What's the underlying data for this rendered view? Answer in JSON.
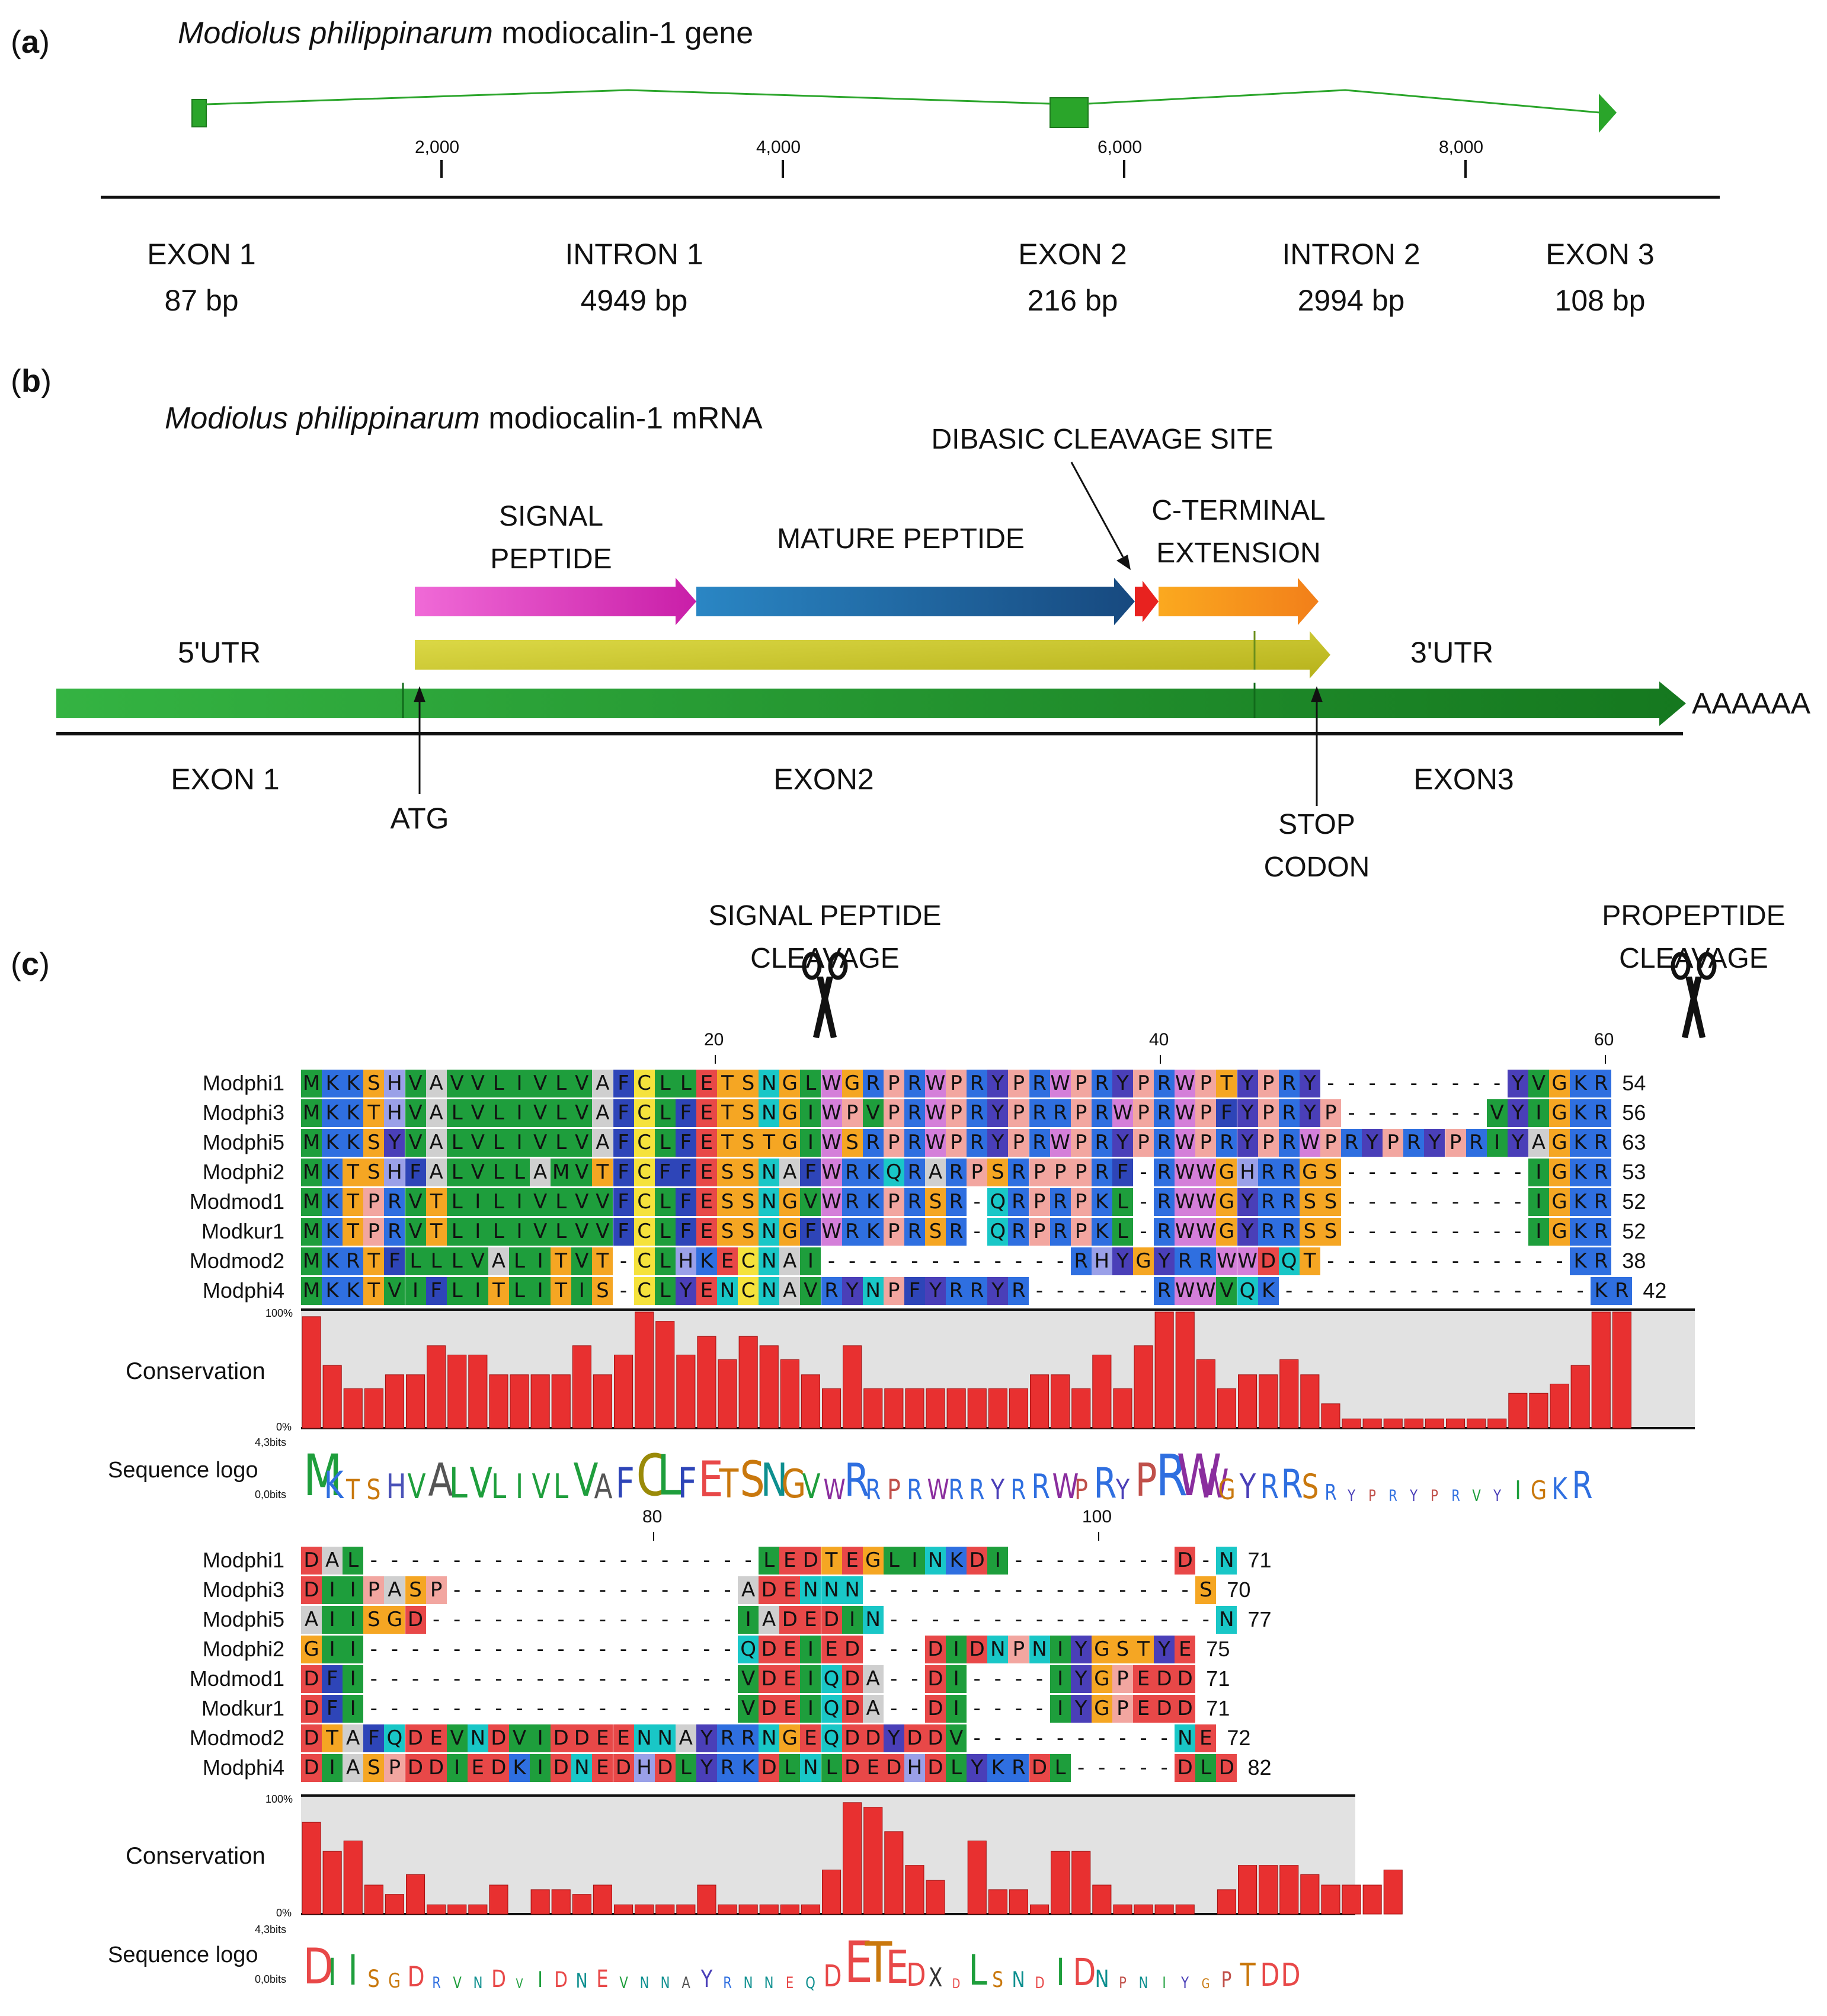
{
  "colors": {
    "gene_green": "#2aa52a",
    "signal": "#e52ccd",
    "mature": "#1e5c9a",
    "dibasic": "#e8221f",
    "cterm": "#f7941d",
    "orf": "#cfcb22",
    "mrna": "#1f9e2c",
    "conservation_bar": "#e83030",
    "conservation_bg": "#e2e2e2"
  },
  "panel_a": {
    "label_open": "(",
    "label_letter": "a",
    "label_close": ")",
    "title_italic": "Modiolus philippinarum",
    "title_rest": " modiocalin-1 gene",
    "axis_ticks": [
      "2,000",
      "4,000",
      "6,000",
      "8,000"
    ],
    "segments": [
      {
        "name": "EXON 1",
        "length": "87 bp"
      },
      {
        "name": "INTRON 1",
        "length": "4949 bp"
      },
      {
        "name": "EXON 2",
        "length": "216 bp"
      },
      {
        "name": "INTRON 2",
        "length": "2994 bp"
      },
      {
        "name": "EXON 3",
        "length": "108 bp"
      }
    ]
  },
  "panel_b": {
    "label_open": "(",
    "label_letter": "b",
    "label_close": ")",
    "title_italic": "Modiolus philippinarum",
    "title_rest": " modiocalin-1 mRNA",
    "signal_line1": "SIGNAL",
    "signal_line2": "PEPTIDE",
    "mature": "MATURE PEPTIDE",
    "dibasic": "DIBASIC CLEAVAGE SITE",
    "cterm_line1": "C-TERMINAL",
    "cterm_line2": "EXTENSION",
    "utr5": "5'UTR",
    "utr3": "3'UTR",
    "polya": "AAAAAA",
    "exon1": "EXON 1",
    "exon2": "EXON2",
    "exon3": "EXON3",
    "atg": "ATG",
    "stop_line1": "STOP",
    "stop_line2": "CODON"
  },
  "panel_c": {
    "label_open": "(",
    "label_letter": "c",
    "label_close": ")",
    "sp_cleavage_line1": "SIGNAL PEPTIDE",
    "sp_cleavage_line2": "CLEAVAGE",
    "pro_cleavage_line1": "PROPEPTIDE",
    "pro_cleavage_line2": "CLEAVAGE",
    "conservation_label": "Conservation",
    "logo_label": "Sequence logo",
    "pct100": "100%",
    "pct0": "0%",
    "bits_max": "4,3bits",
    "bits_min": "0,0bits",
    "block1": {
      "ruler": [
        "20",
        "40",
        "60"
      ],
      "names": [
        "Modphi1",
        "Modphi3",
        "Modphi5",
        "Modphi2",
        "Modmod1",
        "Modkur1",
        "Modmod2",
        "Modphi4"
      ],
      "lengths": [
        "54",
        "56",
        "63",
        "53",
        "52",
        "52",
        "38",
        "42"
      ],
      "seqs": [
        "MKKSHVAVVLIVLVAFCLLETSNGLWGRPRWPRYPRWPRYPRWPTYPRY---------YVGKR",
        "MKKTHVALVLIVLVAFCLFETSNGIWPVPRWPRYPRRPRWPRWPFYPRYP-------VYIGKR",
        "MKKSYVALVLIVLVAFCLFETSTGIWSRPRWPRYPRWPRYPRWPRYPRWPRYPRYPRIYAGKR",
        "MKTSHFALVLLAMVTFCFFESSNAFWRKQRARPSRPPPRF-RWWGHRRGS---------IGKR",
        "MKTPRVTLILIVLVVFCLFESSNGVWRKPRSR-QRPRPKL-RWWGYRRSS---------IGKR",
        "MKTPRVTLILIVLVVFCLFESSNGFWRKPRSR-QRPRPKL-RWWGYRRSS---------IGKR",
        "MKRTFLLLVALITVT-CLHKECNAI------------RHYGYRRWWDQT------------KR",
        "MKKTVIFLITLITIS-CLYENCNAVRYNPFYRRYR------RWWVQK---------------KR"
      ],
      "conservation": [
        96,
        54,
        34,
        34,
        46,
        46,
        71,
        63,
        63,
        46,
        46,
        46,
        46,
        71,
        46,
        63,
        100,
        92,
        63,
        79,
        59,
        79,
        71,
        59,
        46,
        34,
        71,
        34,
        34,
        34,
        34,
        34,
        34,
        34,
        34,
        46,
        46,
        34,
        63,
        34,
        71,
        100,
        100,
        59,
        34,
        46,
        46,
        59,
        46,
        21,
        8,
        8,
        8,
        8,
        8,
        8,
        8,
        8,
        30,
        30,
        38,
        54,
        100,
        100
      ],
      "logo": "MKTSHVALVLIVLVAFCLFETSNGVWRRPRWRRYRRWPRYPRWWGYRRSRYPRYPRVYIGKR"
    },
    "block2": {
      "ruler": [
        "80",
        "100"
      ],
      "names": [
        "Modphi1",
        "Modphi3",
        "Modphi5",
        "Modphi2",
        "Modmod1",
        "Modkur1",
        "Modmod2",
        "Modphi4"
      ],
      "lengths": [
        "71",
        "70",
        "77",
        "75",
        "71",
        "71",
        "72",
        "82"
      ],
      "seqs": [
        "DAL-------------------LEDTEGLINKDI--------D-N",
        "DIIPASP--------------ADENNN----------------S",
        "AIISGD---------------IADEDIN----------------N",
        "GII------------------QDEIED---DIDNPNIYGSTYE",
        "DFI------------------VDEIQDA--DI----IYGPEDD",
        "DFI------------------VDEIQDA--DI----IYGPEDD",
        "DTAFQDEVNDVIDDEENNAYRRNGEQDDYDDV----------NE",
        "DIASPDDIEDKIDNEDHDLYRKDLNLDEDHDLYKRDL-----DLD"
      ],
      "conservation": [
        79,
        54,
        63,
        25,
        17,
        34,
        8,
        8,
        8,
        25,
        0,
        21,
        21,
        17,
        25,
        8,
        8,
        8,
        8,
        25,
        8,
        8,
        8,
        8,
        8,
        38,
        96,
        92,
        71,
        42,
        29,
        0,
        63,
        21,
        21,
        8,
        54,
        54,
        25,
        8,
        8,
        8,
        8,
        0,
        21,
        42,
        42,
        42,
        34,
        25,
        25,
        25,
        38
      ],
      "logo": "DIIsgDrvnDvIDnEvnnaYRnneqDEteDxdlsnDIdnpnIYGPtDD"
    }
  }
}
